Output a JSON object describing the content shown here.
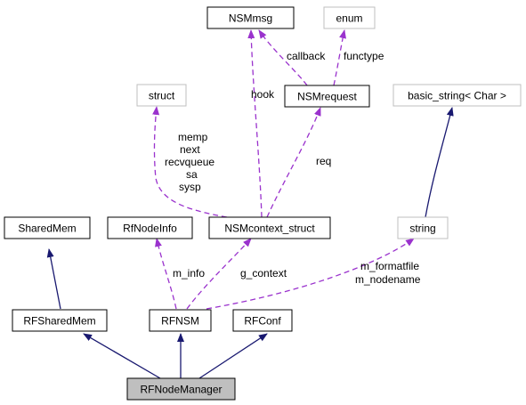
{
  "colors": {
    "inheritance": "#191970",
    "usage": "#9a32cd",
    "node_border_strong": "#000000",
    "node_border_light": "#bfbfbf",
    "highlight_fill": "#bfbfbf"
  },
  "nodes": {
    "nsmmsg": "NSMmsg",
    "enum": "enum",
    "struct": "struct",
    "nsmrequest": "NSMrequest",
    "basic_string": "basic_string< Char >",
    "sharedmem": "SharedMem",
    "rfnodeinfo": "RfNodeInfo",
    "nsmcontext": "NSMcontext_struct",
    "string": "string",
    "rfsharedmem": "RFSharedMem",
    "rfnsm": "RFNSM",
    "rfconf": "RFConf",
    "rfnodemanager": "RFNodeManager"
  },
  "edge_labels": {
    "callback": "callback",
    "functype": "functype",
    "hook": "hook",
    "memp": "memp",
    "next": "next",
    "recvqueue": "recvqueue",
    "sa": "sa",
    "sysp": "sysp",
    "req": "req",
    "m_info": "m_info",
    "g_context": "g_context",
    "m_formatfile": "m_formatfile",
    "m_nodename": "m_nodename"
  }
}
